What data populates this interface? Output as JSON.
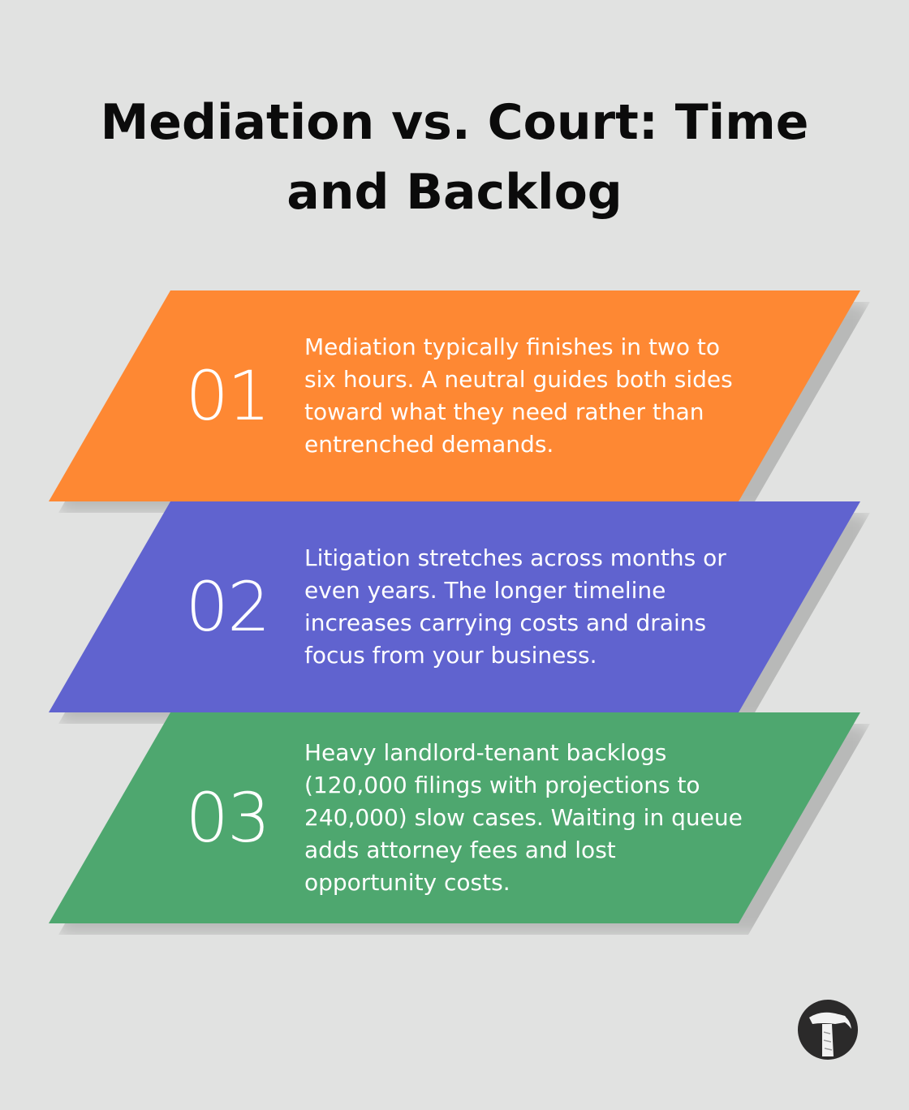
{
  "title": "Mediation vs. Court: Time and Backlog",
  "items": [
    {
      "number": "01",
      "text": "Mediation typically finishes in two to six hours. A neutral guides both sides toward what they need rather than entrenched demands.",
      "color": "#fe8833"
    },
    {
      "number": "02",
      "text": "Litigation stretches across months or even years. The longer timeline increases carrying costs and drains focus from your business.",
      "color": "#6063cf"
    },
    {
      "number": "03",
      "text": "Heavy landlord-tenant backlogs (120,000 filings with projections to 240,000) slow cases. Waiting in queue adds attorney fees and lost opportunity costs.",
      "color": "#4ea76f"
    }
  ],
  "logo": {
    "icon": "hammer-icon"
  }
}
